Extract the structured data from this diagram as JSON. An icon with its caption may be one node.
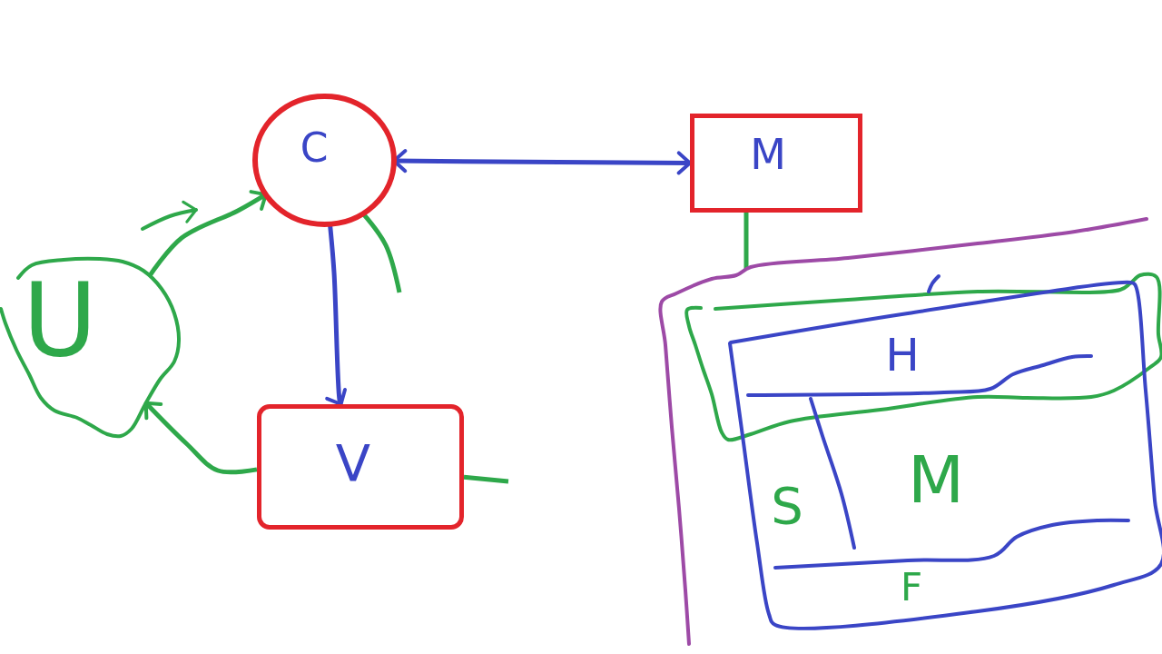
{
  "diagram": {
    "nodes": [
      {
        "text": [
          "C"
        ]
      },
      {
        "text": [
          "M"
        ]
      },
      {
        "text": [
          "U"
        ]
      },
      {
        "text": [
          "V"
        ]
      },
      {
        "text": [],
        "shape": "box"
      },
      {
        "text": [],
        "shape": "box",
        "in": 4
      },
      {
        "text": [
          "H"
        ],
        "in": 5
      },
      {
        "text": [
          "S"
        ],
        "in": 5
      },
      {
        "text": [
          "M"
        ],
        "in": 5
      },
      {
        "text": [
          "F"
        ],
        "in": 5
      }
    ],
    "edges": [
      {
        "from": 0,
        "to": 1,
        "arrow": "both",
        "color": "#3a45c6"
      },
      {
        "from": 0,
        "to": 3,
        "arrow": "to",
        "color": "#3a45c6"
      },
      {
        "from": 2,
        "to": 0,
        "arrow": "to"
      },
      {
        "from": 3,
        "to": 2,
        "arrow": "to"
      },
      {
        "from": 0,
        "to": null,
        "arrow": "none"
      },
      {
        "from": 3,
        "to": null,
        "arrow": "none"
      },
      {
        "from": 1,
        "to": 4,
        "arrow": "none"
      }
    ]
  }
}
